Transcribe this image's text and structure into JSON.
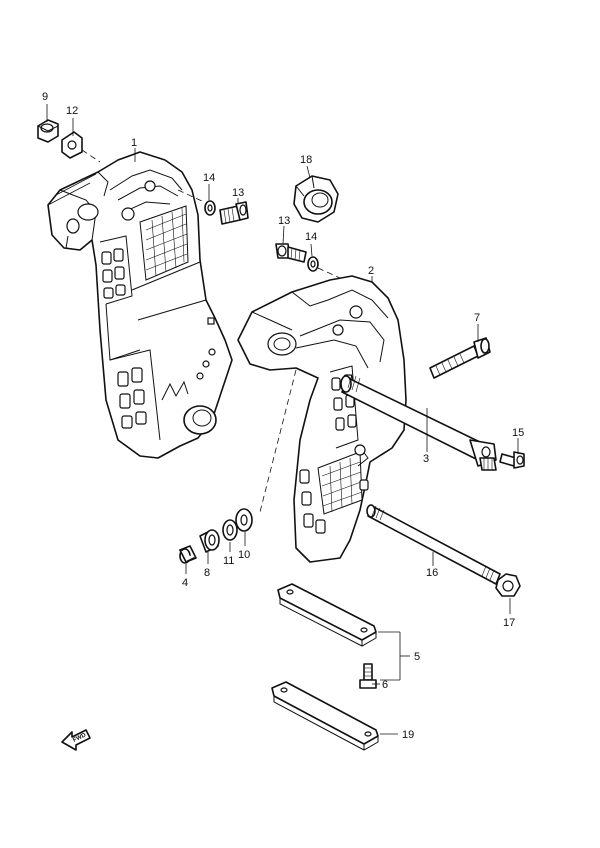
{
  "callouts": [
    {
      "id": "c9",
      "label": "9"
    },
    {
      "id": "c12",
      "label": "12"
    },
    {
      "id": "c1",
      "label": "1"
    },
    {
      "id": "c14a",
      "label": "14"
    },
    {
      "id": "c13a",
      "label": "13"
    },
    {
      "id": "c18",
      "label": "18"
    },
    {
      "id": "c13b",
      "label": "13"
    },
    {
      "id": "c14b",
      "label": "14"
    },
    {
      "id": "c2",
      "label": "2"
    },
    {
      "id": "c7",
      "label": "7"
    },
    {
      "id": "c3",
      "label": "3"
    },
    {
      "id": "c15",
      "label": "15"
    },
    {
      "id": "c4",
      "label": "4"
    },
    {
      "id": "c8",
      "label": "8"
    },
    {
      "id": "c11",
      "label": "11"
    },
    {
      "id": "c10",
      "label": "10"
    },
    {
      "id": "c16",
      "label": "16"
    },
    {
      "id": "c17",
      "label": "17"
    },
    {
      "id": "c5",
      "label": "5"
    },
    {
      "id": "c6",
      "label": "6"
    },
    {
      "id": "c19",
      "label": "19"
    }
  ],
  "fwd_label": "FWD"
}
